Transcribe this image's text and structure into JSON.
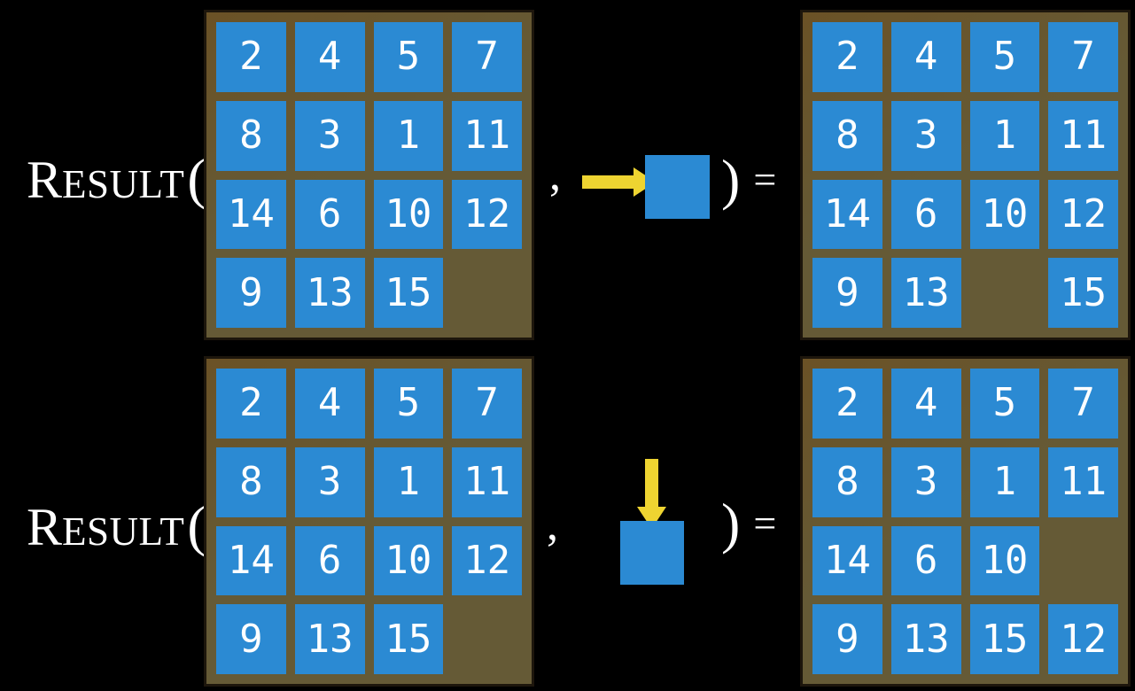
{
  "colors": {
    "background": "#000000",
    "tile_blue": "#2b8ad3",
    "board_brown": "#655a36",
    "board_brown_corner": "#6b5226",
    "board_border": "#1d160c",
    "arrow_yellow": "#eed431",
    "text_white": "#ffffff"
  },
  "function": {
    "name": "Result",
    "cap": "R",
    "rest": "ESULT",
    "open_paren": "(",
    "comma": ",",
    "close_paren": ")",
    "equals": "="
  },
  "equations": [
    {
      "id": "move-right",
      "action_direction": "right",
      "input_grid": [
        [
          "2",
          "4",
          "5",
          "7"
        ],
        [
          "8",
          "3",
          "1",
          "11"
        ],
        [
          "14",
          "6",
          "10",
          "12"
        ],
        [
          "9",
          "13",
          "15",
          ""
        ]
      ],
      "output_grid": [
        [
          "2",
          "4",
          "5",
          "7"
        ],
        [
          "8",
          "3",
          "1",
          "11"
        ],
        [
          "14",
          "6",
          "10",
          "12"
        ],
        [
          "9",
          "13",
          "",
          "15"
        ]
      ]
    },
    {
      "id": "move-down",
      "action_direction": "down",
      "input_grid": [
        [
          "2",
          "4",
          "5",
          "7"
        ],
        [
          "8",
          "3",
          "1",
          "11"
        ],
        [
          "14",
          "6",
          "10",
          "12"
        ],
        [
          "9",
          "13",
          "15",
          ""
        ]
      ],
      "output_grid": [
        [
          "2",
          "4",
          "5",
          "7"
        ],
        [
          "8",
          "3",
          "1",
          "11"
        ],
        [
          "14",
          "6",
          "10",
          ""
        ],
        [
          "9",
          "13",
          "15",
          "12"
        ]
      ]
    }
  ]
}
